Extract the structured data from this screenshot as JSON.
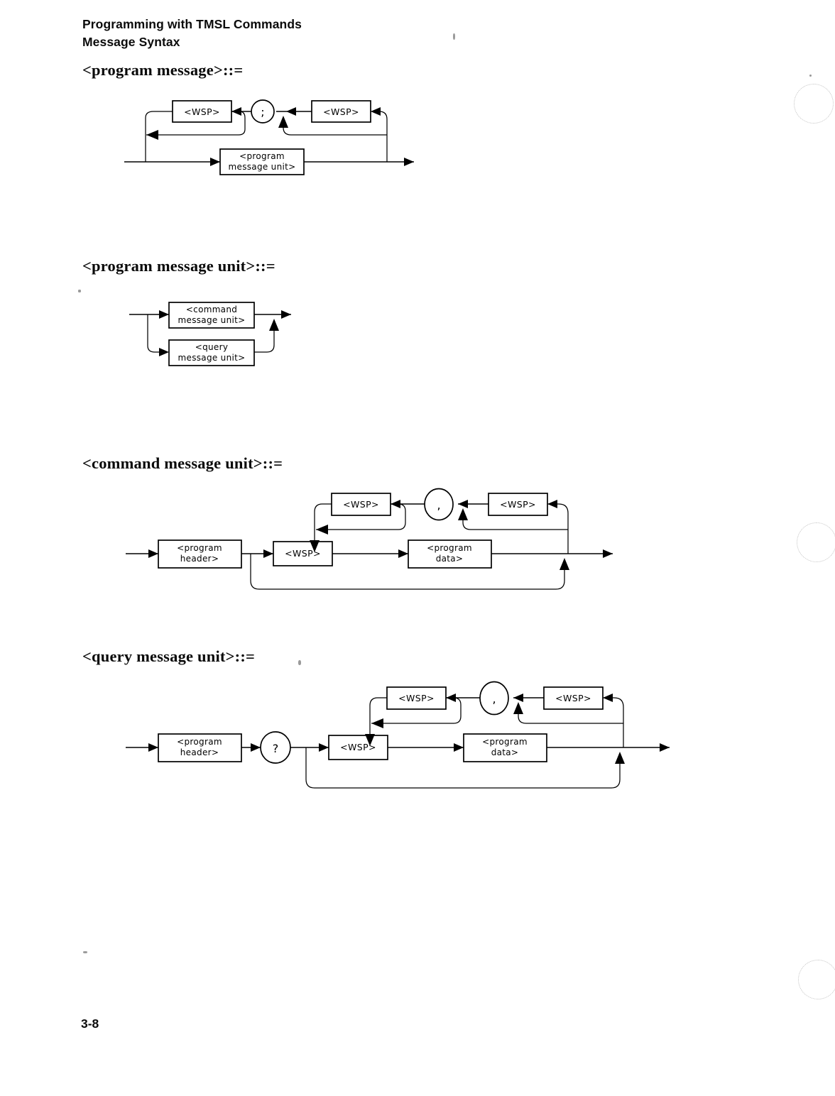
{
  "header": {
    "line1": "Programming with TMSL Commands",
    "line2": "Message Syntax"
  },
  "footer": {
    "page_number": "3-8"
  },
  "productions": [
    {
      "id": "program-message",
      "label": "<program message>::=",
      "nodes": {
        "wsp_left": "<WSP>",
        "separator": ";",
        "wsp_right": "<WSP>",
        "unit_line1": "<program",
        "unit_line2": "message unit>"
      }
    },
    {
      "id": "program-message-unit",
      "label": "<program message unit>::=",
      "nodes": {
        "command_line1": "<command",
        "command_line2": "message unit>",
        "query_line1": "<query",
        "query_line2": "message unit>"
      }
    },
    {
      "id": "command-message-unit",
      "label": "<command message unit>::=",
      "nodes": {
        "header_line1": "<program",
        "header_line2": "header>",
        "wsp_main": "<WSP>",
        "data_line1": "<program",
        "data_line2": "data>",
        "wsp_loop_left": "<WSP>",
        "separator": ",",
        "wsp_loop_right": "<WSP>"
      }
    },
    {
      "id": "query-message-unit",
      "label": "<query message unit>::=",
      "nodes": {
        "header_line1": "<program",
        "header_line2": "header>",
        "question": "?",
        "wsp_main": "<WSP>",
        "data_line1": "<program",
        "data_line2": "data>",
        "wsp_loop_left": "<WSP>",
        "separator": ",",
        "wsp_loop_right": "<WSP>"
      }
    }
  ]
}
